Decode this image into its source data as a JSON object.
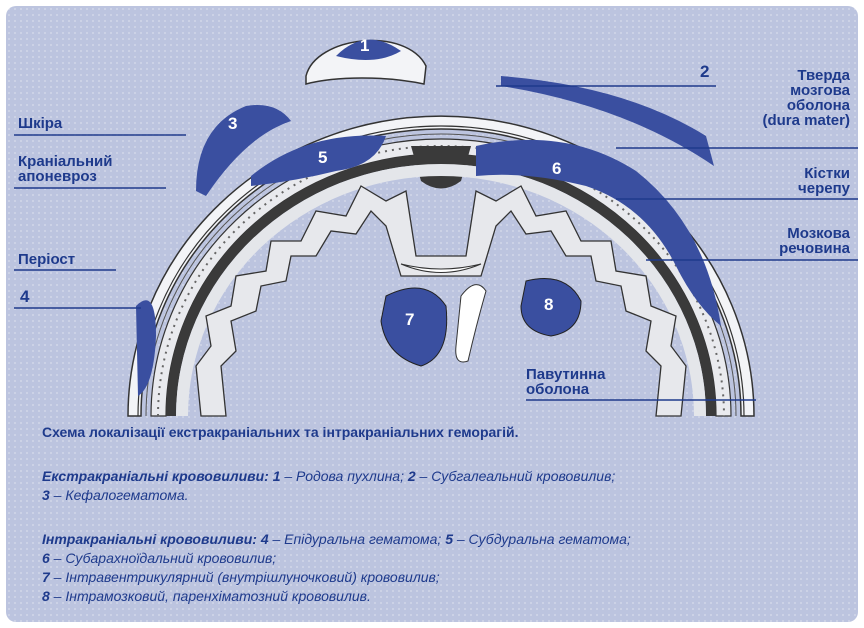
{
  "labels_left": {
    "skin": "Шкіра",
    "aponeurosis": [
      "Краніальний",
      "апоневроз"
    ],
    "periosteum": "Періост",
    "epidural_num": "4"
  },
  "labels_right": {
    "subgaleal_num": "2",
    "dura": [
      "Тверда",
      "мозгова",
      "оболона",
      "(dura mater)"
    ],
    "skull": [
      "Кістки",
      "черепу"
    ],
    "brain": [
      "Мозкова",
      "речовина"
    ],
    "arachnoid": [
      "Павутинна",
      "оболона"
    ]
  },
  "region_numbers": [
    "1",
    "3",
    "5",
    "6",
    "7",
    "8"
  ],
  "caption": {
    "title": "Схема локалізації екстракраніальних та інтракраніальних геморагій.",
    "extra_heading": "Екстракраніальні крововиливи:",
    "extra_items": [
      {
        "n": "1",
        "t": " – Родова пухлина; "
      },
      {
        "n": "2",
        "t": " – Субгалеальний крововилив;"
      },
      {
        "n": "3",
        "t": " – Кефалогематома."
      }
    ],
    "intra_heading": "Інтракраніальні крововиливи:",
    "intra_items": [
      {
        "n": "4",
        "t": " – Епідуральна гематома; "
      },
      {
        "n": "5",
        "t": " – Субдуральна гематома;"
      },
      {
        "n": "6",
        "t": " – Субарахноїдальний крововилив;"
      },
      {
        "n": "7",
        "t": " – Інтравентрикулярний (внутрішлуночковий) крововилив;"
      },
      {
        "n": "8",
        "t": " – Інтрамозковий, паренхіматозний крововилив."
      }
    ]
  },
  "colors": {
    "background": "#bcc4df",
    "label_text": "#1e3a8c",
    "hemorrhage": "#3a4fa0",
    "tissue": "#eef0f4",
    "dark_layer": "#3a3a3a"
  }
}
